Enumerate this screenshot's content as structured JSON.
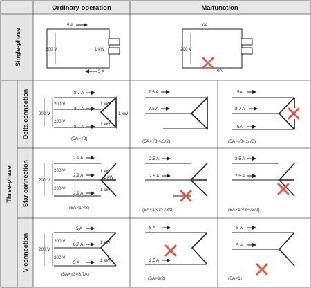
{
  "header": {
    "ordinary": "Ordinary operation",
    "malfunction": "Malfunction"
  },
  "rows": {
    "single_phase": "Single-phase",
    "three_phase": "Three-phase",
    "delta": "Delta connection",
    "star": "Star connection",
    "v": "V connection"
  },
  "single": {
    "ordinary": {
      "top_current": "5 A",
      "bottom_current": "5 A",
      "voltage": "200 V",
      "load": "1 kW"
    },
    "malfunction": {
      "top_current": "0A",
      "bottom_current": "0A",
      "voltage": "200 V"
    }
  },
  "delta": {
    "ordinary": {
      "i1": "8.7 A",
      "i2": "8.7 A",
      "i3": "8.7 A",
      "v1": "200 V",
      "v2": "200 V",
      "v3": "200 V",
      "k1": "1 kW",
      "k2": "1 kW",
      "k3": "1 kW",
      "formula": "(5A×√3)"
    },
    "mal1": {
      "i1": "7.5 A",
      "i2": "7.5 A",
      "formula": "(5A×√3×√3/2)"
    },
    "mal2": {
      "i1": "5A",
      "i2": "8.7 A",
      "i3": "5A",
      "formula": "(5A×√3×1/√3)"
    }
  },
  "star": {
    "ordinary": {
      "i1": "2.9 A",
      "i2": "2.9 A",
      "i3": "2.9 A",
      "v1": "200 V",
      "v2": "200 V",
      "v3": "200 V",
      "k1": "1 kW",
      "k2": "1 kW",
      "k3": "1 kW",
      "formula": "(5A×1/√3)"
    },
    "mal1": {
      "i1": "2.5 A",
      "i2": "2.5 A",
      "formula": "(5A×1/√3×√3/2)"
    },
    "mal2": {
      "i1": "2.5 A",
      "i2": "2.5 A",
      "formula": "(5A×1/√3×√3/2)"
    }
  },
  "vconn": {
    "ordinary": {
      "i1": "5 A",
      "i2": "8.7 A",
      "i3": "5 A",
      "v1": "200 V",
      "v2": "200 V",
      "v3": "200 V",
      "k1": "1 kW",
      "k2": "1 kW",
      "formula": "(5A×√3=8.7A)"
    },
    "mal1": {
      "i1": "5 A",
      "i2": "2.5 A",
      "formula": "(5A×1/2)"
    },
    "mal2": {
      "i1": "5 A",
      "i2": "5 A",
      "formula": "(5A×1)"
    }
  },
  "colors": {
    "malfunction_mark": "#e0594f",
    "header_bg": "#e6e6e6"
  }
}
